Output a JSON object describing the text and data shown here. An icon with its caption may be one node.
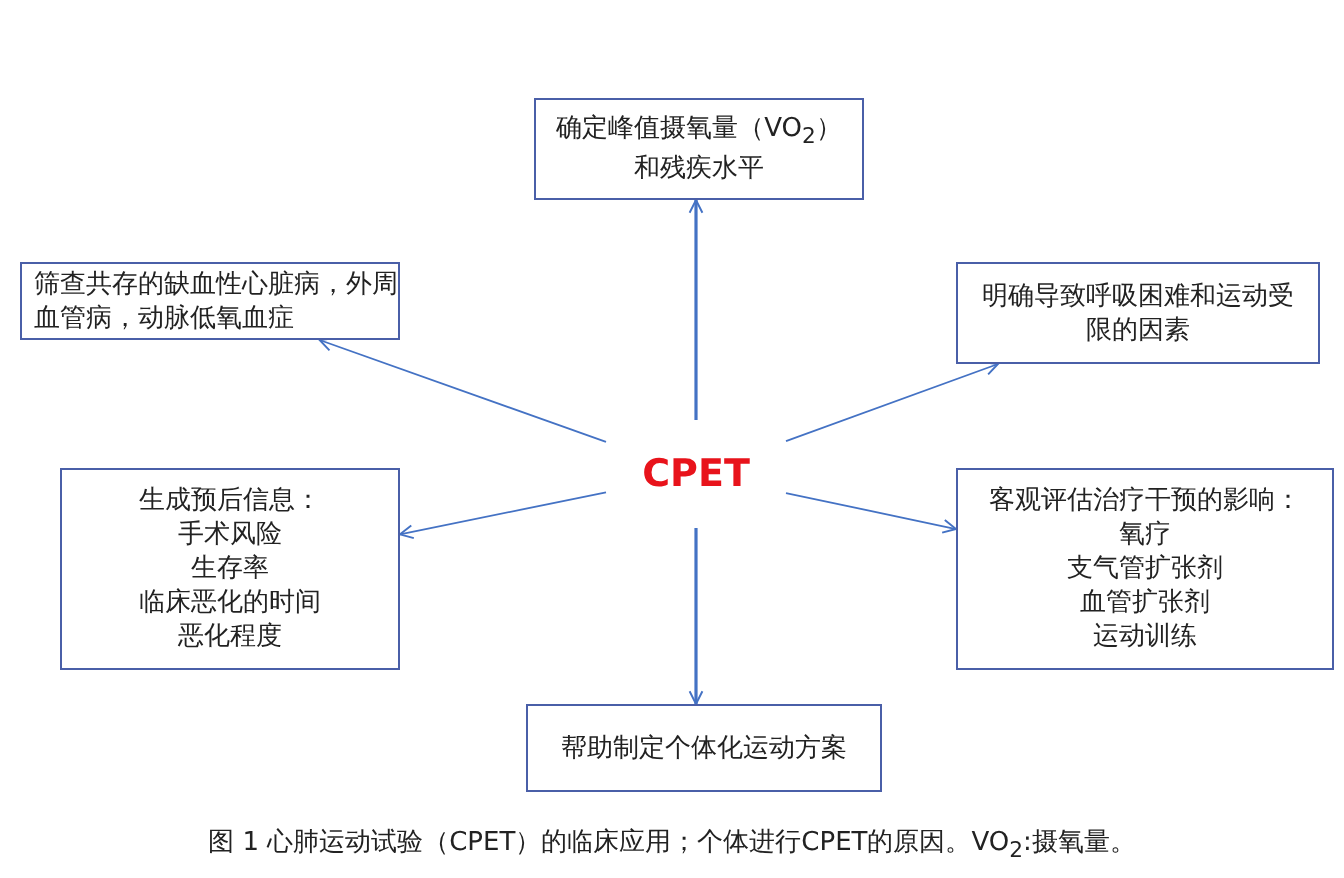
{
  "diagram": {
    "caption": "图 1 心肺运动试验（CPET）的临床应用；个体进行CPET的原因。VO$_{2}$:摄氧量。",
    "nodes": [
      {
        "text": [
          "CPET"
        ]
      },
      {
        "text": [
          "确定峰值摄氧量（VO$_{2}$）和残疾水平"
        ]
      },
      {
        "text": [
          "筛查共存的缺血性心脏病，外周血管病，动脉低氧血症"
        ]
      },
      {
        "text": [
          "明确导致呼吸困难和运动受限的因素"
        ]
      },
      {
        "text": [
          "生成预后信息：",
          "手术风险",
          "生存率",
          "临床恶化的时间",
          "恶化程度"
        ]
      },
      {
        "text": [
          "客观评估治疗干预的影响：",
          "氧疗",
          "支气管扩张剂",
          "血管扩张剂",
          "运动训练"
        ]
      },
      {
        "text": [
          "帮助制定个体化运动方案"
        ]
      }
    ],
    "edges": [
      {
        "from": 0,
        "to": 1,
        "arrow": "to"
      },
      {
        "from": 0,
        "to": 2,
        "arrow": "to"
      },
      {
        "from": 0,
        "to": 3,
        "arrow": "to"
      },
      {
        "from": 0,
        "to": 4,
        "arrow": "to"
      },
      {
        "from": 0,
        "to": 5,
        "arrow": "to"
      },
      {
        "from": 0,
        "to": 6,
        "arrow": "to"
      }
    ]
  }
}
